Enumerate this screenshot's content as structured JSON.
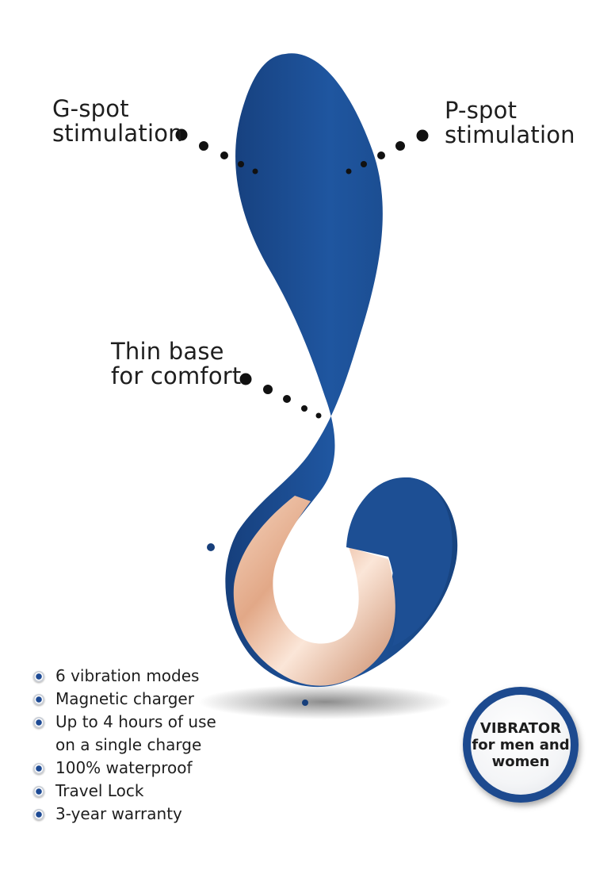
{
  "callouts": {
    "g_spot": {
      "line1": "G-spot",
      "line2": "stimulation"
    },
    "p_spot": {
      "line1": "P-spot",
      "line2": "stimulation"
    },
    "thin_base": {
      "line1": "Thin base",
      "line2": "for comfort"
    }
  },
  "features": [
    {
      "lines": [
        "6 vibration modes"
      ]
    },
    {
      "lines": [
        "Magnetic charger"
      ]
    },
    {
      "lines": [
        "Up to 4 hours of use",
        "on a single charge"
      ]
    },
    {
      "lines": [
        "100% waterproof"
      ]
    },
    {
      "lines": [
        "Travel Lock"
      ]
    },
    {
      "lines": [
        "3-year warranty"
      ]
    }
  ],
  "badge": {
    "line1": "VIBRATOR",
    "line2": "for men and",
    "line3": "women"
  },
  "colors": {
    "product_blue": "#1d4f94",
    "rose_gold": "#e8b79a",
    "dot": "#111111"
  }
}
